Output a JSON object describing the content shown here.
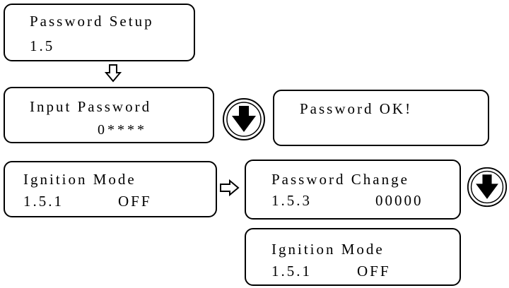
{
  "screens": {
    "password_setup": {
      "line1": "Password Setup",
      "line2": "1.5"
    },
    "input_password": {
      "line1": "Input Password",
      "line2": "0****"
    },
    "password_ok": {
      "line1": "Password OK!"
    },
    "ignition_mode_left": {
      "line1": "Ignition Mode",
      "line2_code": "1.5.1",
      "line2_value": "OFF"
    },
    "password_change": {
      "line1": "Password Change",
      "line2_code": "1.5.3",
      "line2_value": "00000"
    },
    "ignition_mode_bottom": {
      "line1": "Ignition Mode",
      "line2_code": "1.5.1",
      "line2_value": "OFF"
    }
  },
  "icons": {
    "down_arrow_outline": "hollow-down-arrow",
    "right_arrow_outline": "hollow-right-arrow",
    "down_button": "circle-down-arrow-button"
  }
}
